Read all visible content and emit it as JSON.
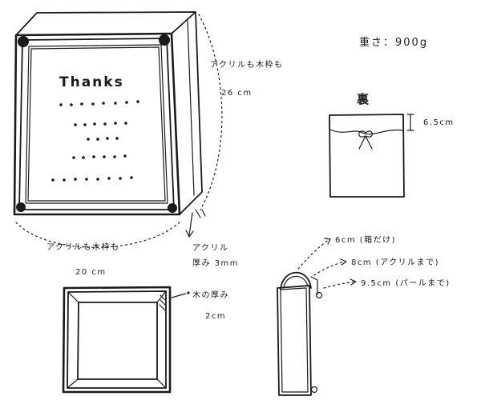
{
  "frame": {
    "text": "Thanks",
    "top_right_label": "アクリルも木枠も",
    "height": "26 cm",
    "bottom_label": "アクリルも木枠も",
    "width": "20 cm",
    "acrylic_label": "アクリル",
    "acrylic_thickness": "厚み 3mm"
  },
  "weight": "重さ：900g",
  "back_view": {
    "label": "裏",
    "ribbon_height": "6.5cm"
  },
  "top_view": {
    "wood_thickness_label": "木の厚み",
    "wood_thickness": "2cm"
  },
  "side_view": {
    "depth_box": "6cm (箱だけ)",
    "depth_acrylic": "8cm (アクリルまで)",
    "depth_pearl": "9.5cm (パールまで)"
  }
}
